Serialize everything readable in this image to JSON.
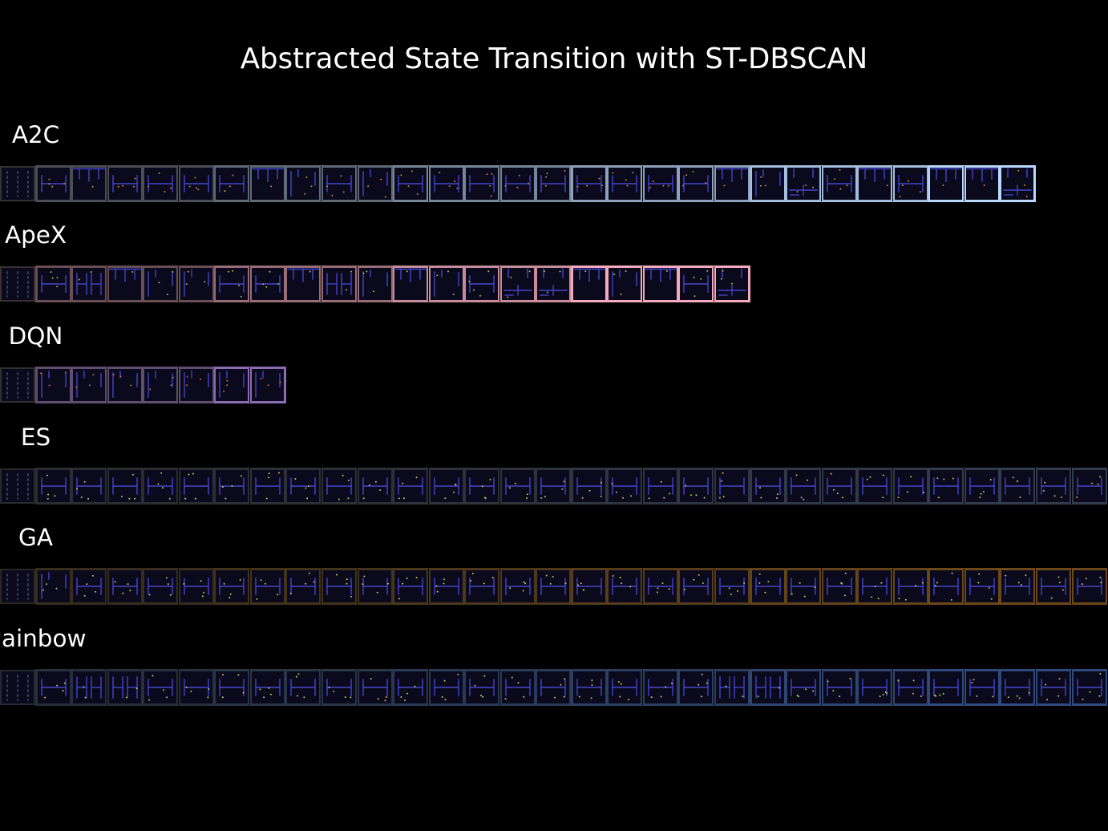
{
  "title": "Abstracted State Transition with ST-DBSCAN",
  "colors": {
    "background": "#000000",
    "text": "#ffffff",
    "frame_fill": "#0a0a1c",
    "maze_wall": "#4444cc",
    "grid_dots": "#4c5070"
  },
  "rows": [
    {
      "label": "A2C",
      "border_start": "#333333",
      "border_end": "#b8d8ff",
      "dot_color": "#c8883a",
      "frames": [
        "dots",
        "h",
        "top",
        "h",
        "h",
        "h",
        "h",
        "top",
        "side",
        "h",
        "side",
        "h",
        "h",
        "h",
        "h",
        "h",
        "h",
        "h",
        "h",
        "h",
        "top",
        "side",
        "mixed",
        "h",
        "top",
        "h",
        "top",
        "top",
        "mixed"
      ]
    },
    {
      "label": "ApeX",
      "border_start": "#3a3030",
      "border_end": "#f4aabc",
      "dot_color": "#a8b84c",
      "frames": [
        "dots",
        "h",
        "split",
        "top",
        "side",
        "side",
        "h",
        "h",
        "top",
        "split",
        "side",
        "top",
        "side",
        "h",
        "mixed",
        "mixed",
        "top",
        "side",
        "top",
        "h",
        "mixed"
      ]
    },
    {
      "label": "DQN",
      "border_start": "#303030",
      "border_end": "#8c6cb0",
      "dot_color": "#c86a3c",
      "frames": [
        "dots",
        "side",
        "side",
        "side",
        "side",
        "side",
        "side",
        "side"
      ]
    },
    {
      "label": "ES",
      "border_start": "#2a2a2a",
      "border_end": "#323c4c",
      "dot_color": "#c8c060",
      "frames": [
        "dots",
        "h",
        "h",
        "h",
        "h",
        "h",
        "h",
        "h",
        "h",
        "h",
        "h",
        "h",
        "h",
        "h",
        "h",
        "h",
        "h",
        "h",
        "h",
        "h",
        "h",
        "h",
        "h",
        "h",
        "h",
        "h",
        "h",
        "h",
        "h",
        "h",
        "h"
      ]
    },
    {
      "label": "GA",
      "border_start": "#2c2820",
      "border_end": "#6e4818",
      "dot_color": "#c8c060",
      "frames": [
        "dots",
        "side",
        "h",
        "h",
        "h",
        "h",
        "h",
        "h",
        "h",
        "h",
        "h",
        "h",
        "h",
        "h",
        "h",
        "h",
        "h",
        "h",
        "h",
        "h",
        "h",
        "h",
        "h",
        "h",
        "h",
        "h",
        "h",
        "h",
        "h",
        "h",
        "h"
      ]
    },
    {
      "label": "ainbow",
      "border_start": "#262a30",
      "border_end": "#2e4a7c",
      "dot_color": "#c8c060",
      "frames": [
        "dots",
        "h",
        "split",
        "split",
        "h",
        "h",
        "h",
        "h",
        "h",
        "h",
        "h",
        "h",
        "h",
        "h",
        "h",
        "h",
        "h",
        "h",
        "h",
        "h",
        "split",
        "split",
        "h",
        "h",
        "h",
        "h",
        "h",
        "h",
        "h",
        "h",
        "h"
      ]
    }
  ]
}
